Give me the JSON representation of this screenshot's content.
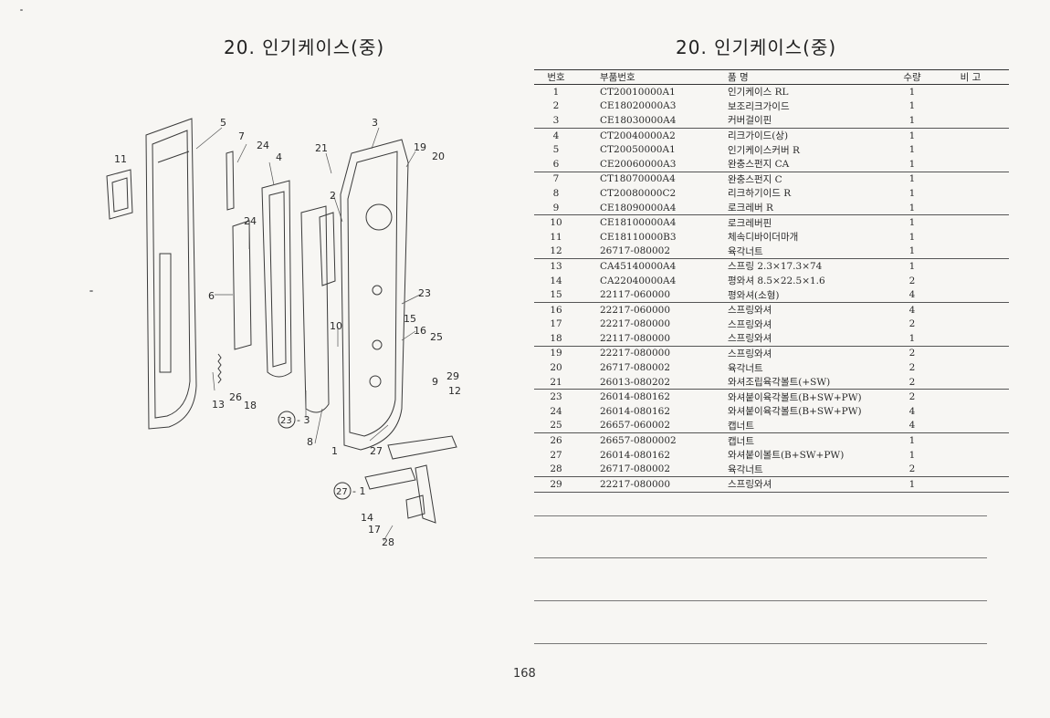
{
  "page": {
    "title_left": "20. 인기케이스(중)",
    "title_right": "20. 인기케이스(중)",
    "page_number": "168"
  },
  "table": {
    "headers": {
      "no": "번호",
      "part_no": "부품번호",
      "name": "품   명",
      "qty": "수량",
      "remarks": "비   고"
    },
    "rows": [
      {
        "no": "1",
        "part_no": "CT20010000A1",
        "name": "인기케이스 RL",
        "qty": "1"
      },
      {
        "no": "2",
        "part_no": "CE18020000A3",
        "name": "보조리크가이드",
        "qty": "1"
      },
      {
        "no": "3",
        "part_no": "CE18030000A4",
        "name": "커버걸이핀",
        "qty": "1"
      },
      {
        "no": "4",
        "part_no": "CT20040000A2",
        "name": "리크가이드(상)",
        "qty": "1"
      },
      {
        "no": "5",
        "part_no": "CT20050000A1",
        "name": "인기케이스커버 R",
        "qty": "1"
      },
      {
        "no": "6",
        "part_no": "CE20060000A3",
        "name": "완충스펀지 CA",
        "qty": "1"
      },
      {
        "no": "7",
        "part_no": "CT18070000A4",
        "name": "완충스펀지 C",
        "qty": "1"
      },
      {
        "no": "8",
        "part_no": "CT20080000C2",
        "name": "리크하기이드 R",
        "qty": "1"
      },
      {
        "no": "9",
        "part_no": "CE18090000A4",
        "name": "로크레버 R",
        "qty": "1"
      },
      {
        "no": "10",
        "part_no": "CE18100000A4",
        "name": "로크레버핀",
        "qty": "1"
      },
      {
        "no": "11",
        "part_no": "CE18110000B3",
        "name": "체속디바이더마개",
        "qty": "1"
      },
      {
        "no": "12",
        "part_no": "26717-080002",
        "name": "육각너트",
        "qty": "1"
      },
      {
        "no": "13",
        "part_no": "CA45140000A4",
        "name": "스프링 2.3×17.3×74",
        "qty": "1"
      },
      {
        "no": "14",
        "part_no": "CA22040000A4",
        "name": "평와셔 8.5×22.5×1.6",
        "qty": "2"
      },
      {
        "no": "15",
        "part_no": "22117-060000",
        "name": "평와셔(소형)",
        "qty": "4"
      },
      {
        "no": "16",
        "part_no": "22217-060000",
        "name": "스프링와셔",
        "qty": "4"
      },
      {
        "no": "17",
        "part_no": "22217-080000",
        "name": "스프링와셔",
        "qty": "2"
      },
      {
        "no": "18",
        "part_no": "22117-080000",
        "name": "스프링와셔",
        "qty": "1"
      },
      {
        "no": "19",
        "part_no": "22217-080000",
        "name": "스프링와셔",
        "qty": "2"
      },
      {
        "no": "20",
        "part_no": "26717-080002",
        "name": "육각너트",
        "qty": "2"
      },
      {
        "no": "21",
        "part_no": "26013-080202",
        "name": "와셔조립육각볼트(+SW)",
        "qty": "2"
      },
      {
        "no": "23",
        "part_no": "26014-080162",
        "name": "와셔붙이육각볼트(B+SW+PW)",
        "qty": "2"
      },
      {
        "no": "24",
        "part_no": "26014-080162",
        "name": "와셔붙이육각볼트(B+SW+PW)",
        "qty": "4"
      },
      {
        "no": "25",
        "part_no": "26657-060002",
        "name": "캡너트",
        "qty": "4"
      },
      {
        "no": "26",
        "part_no": "26657-0800002",
        "name": "캡너트",
        "qty": "1"
      },
      {
        "no": "27",
        "part_no": "26014-080162",
        "name": "와셔붙이볼트(B+SW+PW)",
        "qty": "1"
      },
      {
        "no": "28",
        "part_no": "26717-080002",
        "name": "육각너트",
        "qty": "2"
      },
      {
        "no": "29",
        "part_no": "22217-080000",
        "name": "스프링와셔",
        "qty": "1"
      }
    ]
  },
  "diagram": {
    "callouts": [
      "1",
      "2",
      "3",
      "4",
      "5",
      "6",
      "7",
      "8",
      "9",
      "10",
      "11",
      "12",
      "13",
      "14",
      "15",
      "16",
      "17",
      "18",
      "19",
      "20",
      "21",
      "23",
      "24",
      "24",
      "25",
      "26",
      "27",
      "28",
      "29",
      "23",
      "27"
    ],
    "circled_labels": [
      "23",
      "27"
    ],
    "callout_suffixes": [
      "- 3",
      "- 1"
    ]
  }
}
